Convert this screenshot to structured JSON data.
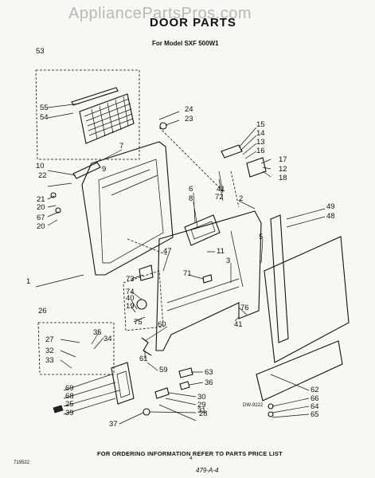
{
  "watermark": "AppliancePartsPros.com",
  "title": "DOOR PARTS",
  "subtitle": "For Model SXF 500W1",
  "footer": "FOR ORDERING INFORMATION REFER TO PARTS PRICE LIST",
  "page_number": "4",
  "handwritten_note": "479-A-4",
  "doc_code": "719522",
  "diagram_code": "DW-9222",
  "callouts": [
    "53",
    "55",
    "54",
    "24",
    "23",
    "15",
    "14",
    "13",
    "16",
    "17",
    "12",
    "18",
    "10",
    "22",
    "21",
    "20",
    "67",
    "20",
    "6",
    "8",
    "41",
    "72",
    "2",
    "49",
    "48",
    "5",
    "11",
    "47",
    "7",
    "3",
    "73",
    "74",
    "40",
    "19",
    "75",
    "71",
    "76",
    "41",
    "60",
    "26",
    "27",
    "35",
    "32",
    "34",
    "33",
    "61",
    "59",
    "63",
    "36",
    "69",
    "68",
    "25",
    "39",
    "30",
    "29",
    "28",
    "31",
    "37",
    "62",
    "66",
    "64",
    "65",
    "1",
    "9"
  ]
}
